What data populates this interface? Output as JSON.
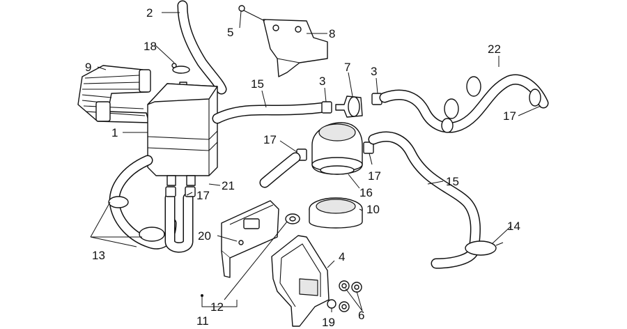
{
  "diagram": {
    "callouts": [
      {
        "id": "c2",
        "text": "2"
      },
      {
        "id": "c5",
        "text": "5"
      },
      {
        "id": "c8",
        "text": "8"
      },
      {
        "id": "c18",
        "text": "18"
      },
      {
        "id": "c9",
        "text": "9"
      },
      {
        "id": "c22",
        "text": "22"
      },
      {
        "id": "c7",
        "text": "7"
      },
      {
        "id": "c3a",
        "text": "3"
      },
      {
        "id": "c3b",
        "text": "3"
      },
      {
        "id": "c15a",
        "text": "15"
      },
      {
        "id": "c17a",
        "text": "17"
      },
      {
        "id": "c1",
        "text": "1"
      },
      {
        "id": "c17b",
        "text": "17"
      },
      {
        "id": "c17c",
        "text": "17"
      },
      {
        "id": "c15b",
        "text": "15"
      },
      {
        "id": "c21",
        "text": "21"
      },
      {
        "id": "c17d",
        "text": "17"
      },
      {
        "id": "c16",
        "text": "16"
      },
      {
        "id": "c10",
        "text": "10"
      },
      {
        "id": "c14",
        "text": "14"
      },
      {
        "id": "c20",
        "text": "20"
      },
      {
        "id": "c13",
        "text": "13"
      },
      {
        "id": "c4",
        "text": "4"
      },
      {
        "id": "c12",
        "text": "12"
      },
      {
        "id": "c6",
        "text": "6"
      },
      {
        "id": "c11",
        "text": "11"
      },
      {
        "id": "c19",
        "text": "19"
      }
    ]
  }
}
